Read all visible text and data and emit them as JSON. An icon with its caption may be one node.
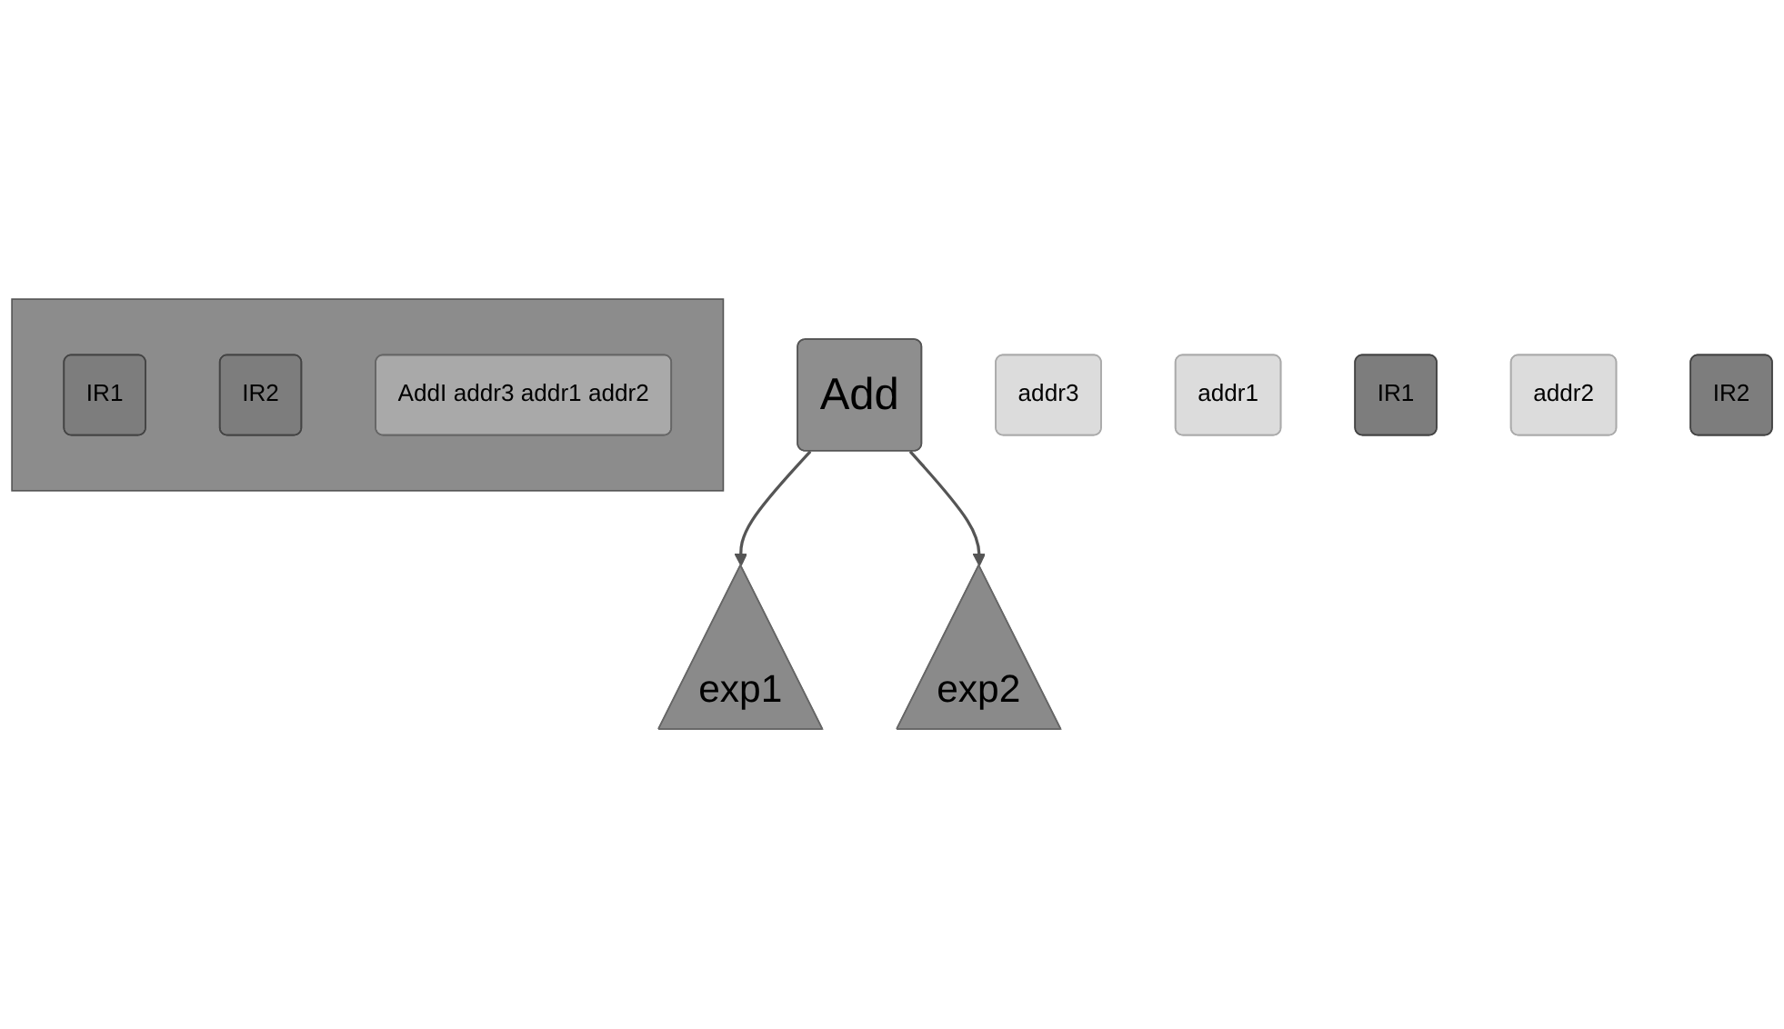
{
  "diagram": {
    "nodes": [
      {
        "text": [
          "Add"
        ]
      },
      {
        "text": [
          "addr3"
        ]
      },
      {
        "text": [],
        "shape": "box"
      },
      {
        "text": [
          "IR1"
        ],
        "in": 2
      },
      {
        "text": [
          "IR2"
        ],
        "in": 2
      },
      {
        "text": [
          "AddI addr3 addr1 addr2"
        ],
        "in": 2
      },
      {
        "text": [
          "exp1"
        ]
      },
      {
        "text": [
          "exp2"
        ]
      },
      {
        "text": [
          "addr1"
        ]
      },
      {
        "text": [
          "IR1"
        ]
      },
      {
        "text": [
          "addr2"
        ]
      },
      {
        "text": [
          "IR2"
        ]
      }
    ],
    "edges": [
      {
        "from": 0,
        "to": 6,
        "arrow": "to"
      },
      {
        "from": 0,
        "to": 7,
        "arrow": "to"
      }
    ]
  }
}
